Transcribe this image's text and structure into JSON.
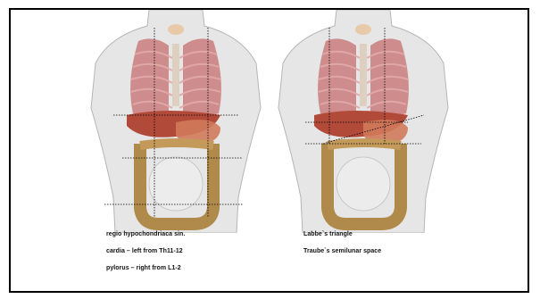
{
  "left_panel": {
    "captions": [
      "regio hypochondriaca sin.",
      "cardia – left from Th11-12",
      "pylorus – right from L1-2"
    ]
  },
  "right_panel": {
    "captions": [
      "Labbe`s triangle",
      "Traube`s semilunar space"
    ]
  },
  "colors": {
    "frame": "#000000",
    "skin": "#e3e3e3",
    "lung": "#c97b7b",
    "rib": "#d9a0a0",
    "liver": "#b24a3a",
    "stomach": "#c86a55",
    "colon": "#b08a4a",
    "guide_line": "#000000"
  }
}
